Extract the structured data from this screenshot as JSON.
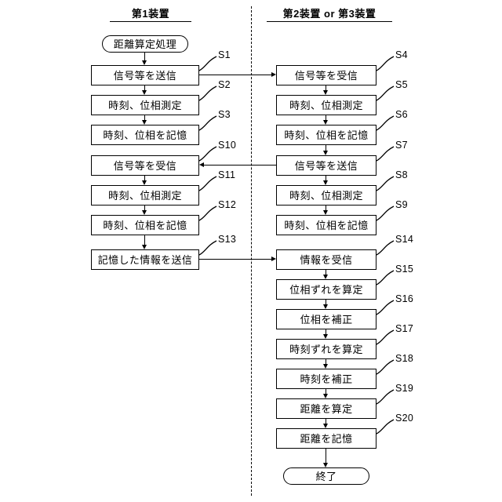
{
  "diagram": {
    "type": "flowchart",
    "columns": [
      {
        "id": "left",
        "title": "第1装置"
      },
      {
        "id": "right",
        "title": "第2装置 or 第3装置"
      }
    ],
    "left_nodes": [
      {
        "label": "距離算定処理",
        "step": "",
        "shape": "terminal"
      },
      {
        "label": "信号等を送信",
        "step": "S1",
        "shape": "process"
      },
      {
        "label": "時刻、位相測定",
        "step": "S2",
        "shape": "process"
      },
      {
        "label": "時刻、位相を記憶",
        "step": "S3",
        "shape": "process"
      },
      {
        "label": "信号等を受信",
        "step": "S10",
        "shape": "process"
      },
      {
        "label": "時刻、位相測定",
        "step": "S11",
        "shape": "process"
      },
      {
        "label": "時刻、位相を記憶",
        "step": "S12",
        "shape": "process"
      },
      {
        "label": "記憶した情報を送信",
        "step": "S13",
        "shape": "process"
      }
    ],
    "right_nodes": [
      {
        "label": "信号等を受信",
        "step": "S4",
        "shape": "process"
      },
      {
        "label": "時刻、位相測定",
        "step": "S5",
        "shape": "process"
      },
      {
        "label": "時刻、位相を記憶",
        "step": "S6",
        "shape": "process"
      },
      {
        "label": "信号等を送信",
        "step": "S7",
        "shape": "process"
      },
      {
        "label": "時刻、位相測定",
        "step": "S8",
        "shape": "process"
      },
      {
        "label": "時刻、位相を記憶",
        "step": "S9",
        "shape": "process"
      },
      {
        "label": "情報を受信",
        "step": "S14",
        "shape": "process"
      },
      {
        "label": "位相ずれを算定",
        "step": "S15",
        "shape": "process"
      },
      {
        "label": "位相を補正",
        "step": "S16",
        "shape": "process"
      },
      {
        "label": "時刻ずれを算定",
        "step": "S17",
        "shape": "process"
      },
      {
        "label": "時刻を補正",
        "step": "S18",
        "shape": "process"
      },
      {
        "label": "距離を算定",
        "step": "S19",
        "shape": "process"
      },
      {
        "label": "距離を記憶",
        "step": "S20",
        "shape": "process"
      },
      {
        "label": "終了",
        "step": "",
        "shape": "terminal"
      }
    ],
    "cross_flows": [
      {
        "from": "S1",
        "to": "S4",
        "direction": "right"
      },
      {
        "from": "S7",
        "to": "S10",
        "direction": "left"
      },
      {
        "from": "S13",
        "to": "S14",
        "direction": "right"
      }
    ],
    "colors": {
      "stroke": "#000000",
      "fill": "#ffffff"
    }
  }
}
